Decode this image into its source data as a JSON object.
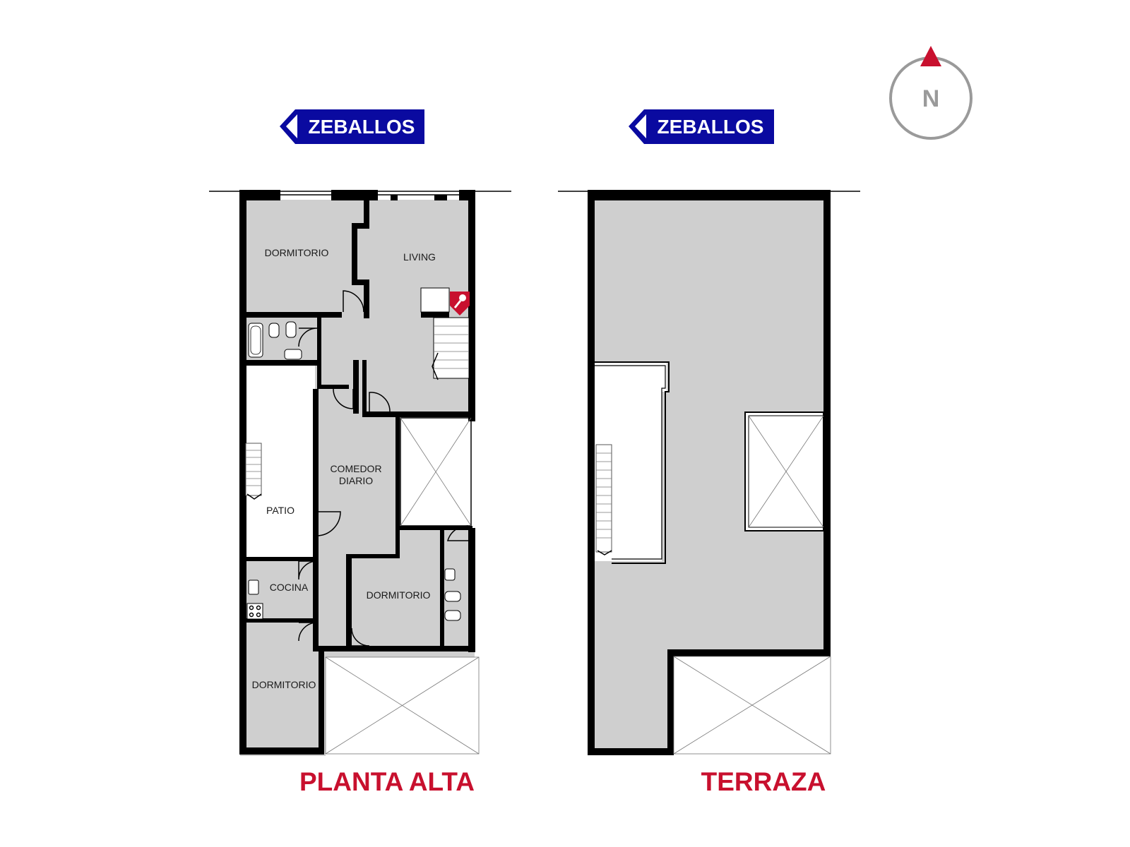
{
  "colors": {
    "street_sign": "#0a0aa0",
    "title": "#c8102e",
    "room_fill": "#cfcfcf",
    "wall": "#000000",
    "compass_ring": "#9a9a9a",
    "compass_arrow": "#c8102e"
  },
  "compass": {
    "letter": "N",
    "icon": "north-arrow-icon"
  },
  "planta_alta": {
    "street": "ZEBALLOS",
    "title": "PLANTA ALTA",
    "rooms": {
      "dormitorio_1": "DORMITORIO",
      "living": "LIVING",
      "comedor_line1": "COMEDOR",
      "comedor_line2": "DIARIO",
      "patio": "PATIO",
      "cocina": "COCINA",
      "dormitorio_2": "DORMITORIO",
      "dormitorio_3": "DORMITORIO"
    },
    "icons": [
      "key-icon",
      "stairs-icon",
      "bathtub-icon",
      "toilet-icon",
      "sink-icon",
      "stove-icon"
    ]
  },
  "terraza": {
    "street": "ZEBALLOS",
    "title": "TERRAZA",
    "icons": [
      "skylight-icon",
      "stairs-icon"
    ]
  }
}
